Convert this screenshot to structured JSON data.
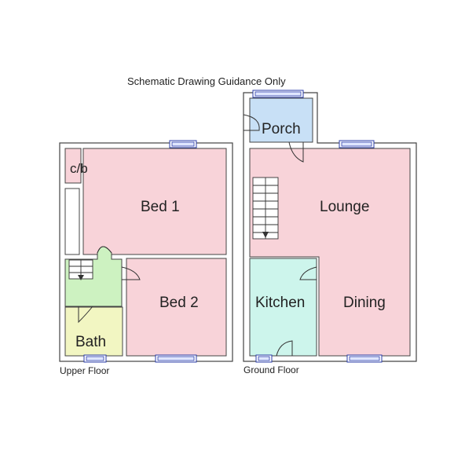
{
  "title": "Schematic Drawing  Guidance Only",
  "floors": {
    "upper": {
      "caption": "Upper Floor",
      "rooms": {
        "bed1": "Bed 1",
        "bed2": "Bed 2",
        "cupboard": "c/b",
        "bath": "Bath"
      }
    },
    "ground": {
      "caption": "Ground Floor",
      "rooms": {
        "porch": "Porch",
        "lounge": "Lounge",
        "kitchen": "Kitchen",
        "dining": "Dining"
      }
    }
  },
  "colors": {
    "bedroom": "#f8d3d9",
    "landing": "#cdf2c1",
    "bath": "#f2f6c2",
    "porch": "#c8e0f6",
    "kitchen": "#cdf5ec",
    "lounge": "#f8d3d9",
    "window": "#2b3ea8"
  }
}
